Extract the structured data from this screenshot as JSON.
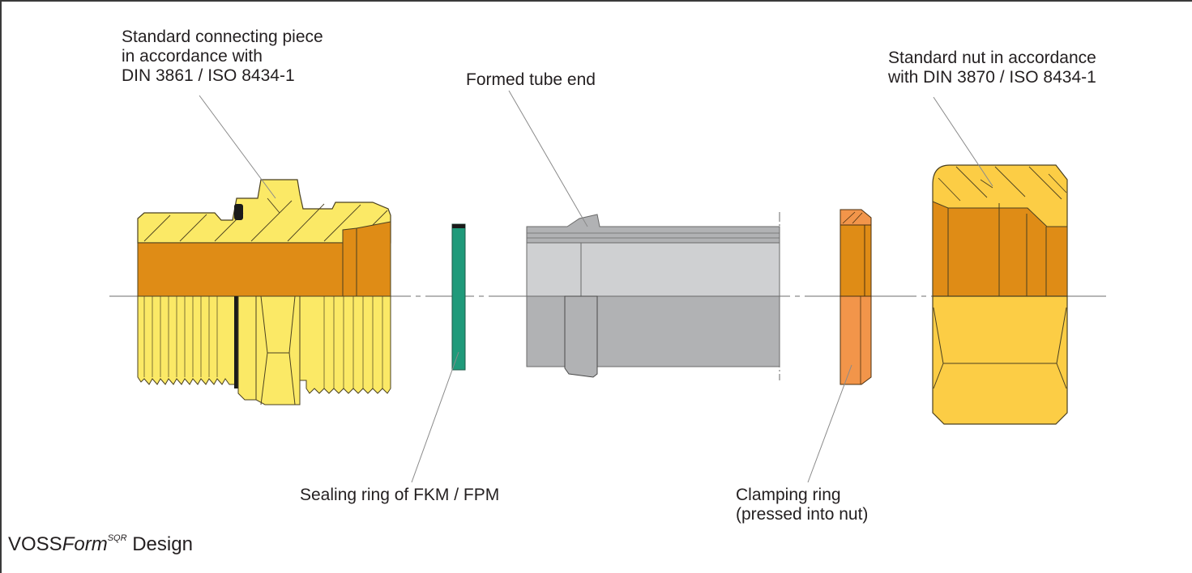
{
  "diagram": {
    "title": {
      "prefix": "VOSS",
      "italic": "Form",
      "superscript": "SQR",
      "suffix": " Design"
    },
    "labels": {
      "connecting_piece": [
        "Standard connecting piece",
        "in accordance with",
        "DIN 3861 / ISO 8434-1"
      ],
      "formed_tube_end": [
        "Formed tube end"
      ],
      "standard_nut": [
        "Standard nut in accordance",
        "with DIN 3870 / ISO 8434-1"
      ],
      "sealing_ring": [
        "Sealing ring of FKM / FPM"
      ],
      "clamping_ring": [
        "Clamping ring",
        "(pressed into nut)"
      ]
    },
    "colors": {
      "connecting_piece_light": "#fbe966",
      "connecting_piece_bore": "#df8c16",
      "sealing_ring": "#1f9a7a",
      "tube_light": "#cfd0d2",
      "tube_dark": "#b1b2b4",
      "clamping_ring_bore": "#df8c16",
      "clamping_ring_face": "#f2954a",
      "nut_light": "#fccd45",
      "nut_bore": "#df8c16",
      "outline": "#4a4020",
      "leader": "#8a8a8a"
    }
  }
}
